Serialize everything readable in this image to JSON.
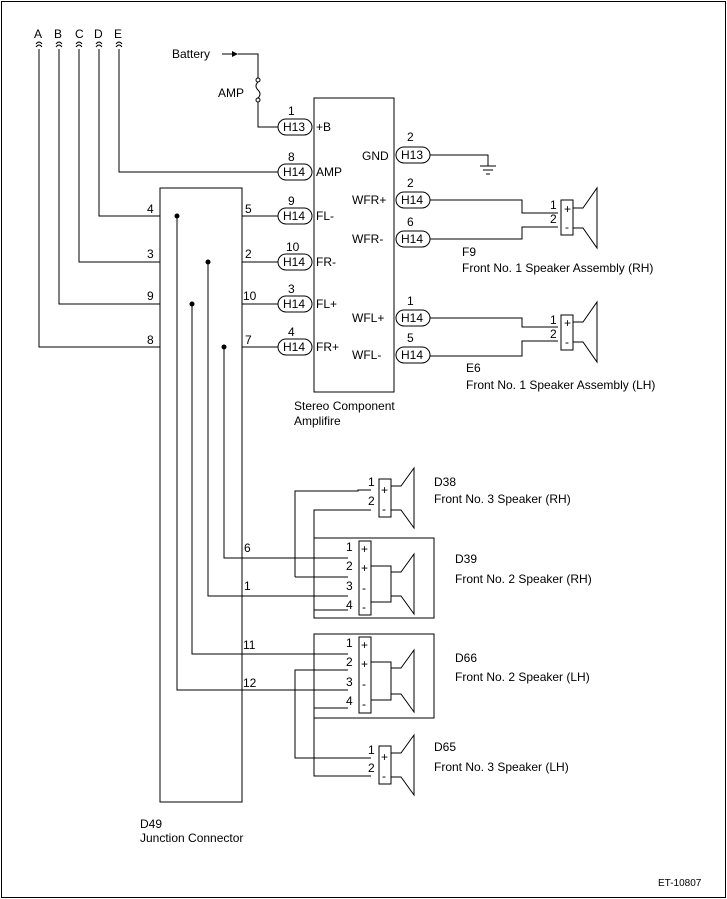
{
  "diagram_id": "ET-10807",
  "top_labels": [
    "A",
    "B",
    "C",
    "D",
    "E"
  ],
  "power": {
    "battery": "Battery",
    "amp": "AMP"
  },
  "amplifier": {
    "title_line1": "Stereo Component",
    "title_line2": "Amplifire",
    "left_pins": [
      {
        "pin": "1",
        "conn": "H13",
        "label": "+B"
      },
      {
        "pin": "8",
        "conn": "H14",
        "label": "AMP"
      },
      {
        "pin": "9",
        "conn": "H14",
        "label": "FL-"
      },
      {
        "pin": "10",
        "conn": "H14",
        "label": "FR-"
      },
      {
        "pin": "3",
        "conn": "H14",
        "label": "FL+"
      },
      {
        "pin": "4",
        "conn": "H14",
        "label": "FR+"
      }
    ],
    "right_pins": [
      {
        "pin": "2",
        "conn": "H13",
        "label": "GND"
      },
      {
        "pin": "2",
        "conn": "H14",
        "label": "WFR+"
      },
      {
        "pin": "6",
        "conn": "H14",
        "label": "WFR-"
      },
      {
        "pin": "1",
        "conn": "H14",
        "label": "WFL+"
      },
      {
        "pin": "5",
        "conn": "H14",
        "label": "WFL-"
      }
    ]
  },
  "junction": {
    "id": "D49",
    "name": "Junction Connector",
    "left_pins": [
      "4",
      "3",
      "9",
      "8"
    ],
    "right_pins_top": [
      "5",
      "2",
      "10",
      "7"
    ],
    "right_pins_bottom": [
      "6",
      "1",
      "11",
      "12"
    ]
  },
  "speakers": [
    {
      "id": "F9",
      "name": "Front No. 1 Speaker Assembly (RH)",
      "pins": [
        "1",
        "2"
      ],
      "polarity": [
        "+",
        "-"
      ]
    },
    {
      "id": "E6",
      "name": "Front No. 1 Speaker Assembly (LH)",
      "pins": [
        "1",
        "2"
      ],
      "polarity": [
        "+",
        "-"
      ]
    },
    {
      "id": "D38",
      "name": "Front No. 3 Speaker (RH)",
      "pins": [
        "1",
        "2"
      ],
      "polarity": [
        "+",
        "-"
      ]
    },
    {
      "id": "D39",
      "name": "Front No. 2 Speaker (RH)",
      "pins": [
        "1",
        "2",
        "3",
        "4"
      ],
      "polarity": [
        "+",
        "+",
        "-",
        "-"
      ]
    },
    {
      "id": "D66",
      "name": "Front No. 2 Speaker (LH)",
      "pins": [
        "1",
        "2",
        "3",
        "4"
      ],
      "polarity": [
        "+",
        "+",
        "-",
        "-"
      ]
    },
    {
      "id": "D65",
      "name": "Front No. 3 Speaker (LH)",
      "pins": [
        "1",
        "2"
      ],
      "polarity": [
        "+",
        "-"
      ]
    }
  ]
}
